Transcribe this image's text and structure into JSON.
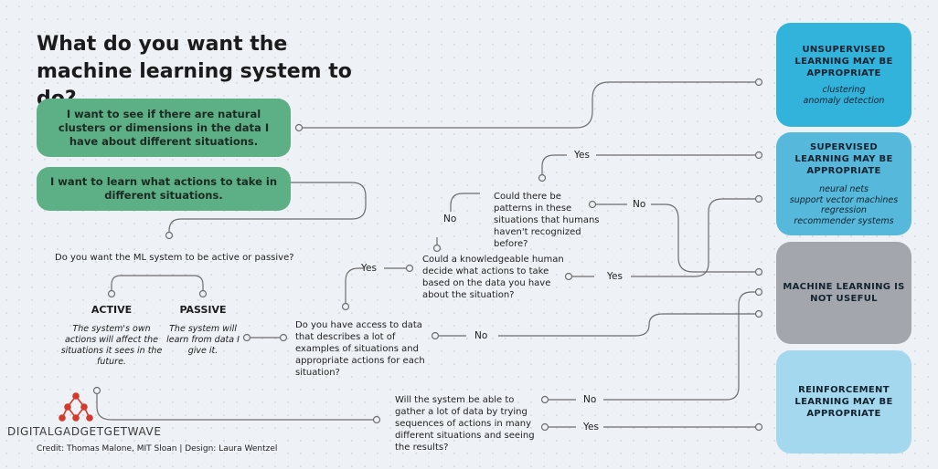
{
  "title": "What do you want the machine learning system to do?",
  "goals": {
    "clusters": "I want to see if there are natural clusters or dimensions in the data I have about different situations.",
    "actions": "I want to learn what actions to take in different situations."
  },
  "questions": {
    "active_passive": "Do you want the ML system to be active or passive?",
    "access_data": "Do you have access to data that describes a lot of examples of situations and appropriate actions for each situation?",
    "human_decide": "Could a knowledgeable human decide what actions to take based on the data you have about the situation?",
    "patterns": "Could there be patterns in these situations that humans haven't recognized before?",
    "gather_data": "Will the system be able to gather a lot of data by trying sequences of actions in many different situations and seeing the results?"
  },
  "choices": {
    "active_label": "ACTIVE",
    "active_desc": "The system's own actions will affect the situations it sees in the future.",
    "passive_label": "PASSIVE",
    "passive_desc": "The system will learn from data I give it."
  },
  "answers": {
    "yes_patterns": "Yes",
    "no_patterns": "No",
    "no_patterns_right": "No",
    "yes_human": "Yes",
    "yes_access": "Yes",
    "no_access": "No",
    "no_gather": "No",
    "yes_gather": "Yes"
  },
  "outcomes": {
    "unsupervised": {
      "title": "UNSUPERVISED LEARNING MAY BE APPROPRIATE",
      "items": "clustering\nanomaly detection",
      "color": "#32b3dc"
    },
    "supervised": {
      "title": "SUPERVISED LEARNING MAY BE APPROPRIATE",
      "items": "neural nets\nsupport vector machines\nregression\nrecommender systems",
      "color": "#56b8da"
    },
    "not_useful": {
      "title": "MACHINE LEARNING IS NOT USEFUL",
      "color": "#a3a7ad"
    },
    "reinforcement": {
      "title": "REINFORCEMENT LEARNING MAY BE APPROPRIATE",
      "color": "#a4d8ee"
    }
  },
  "credit": "Credit: Thomas Malone, MIT Sloan | Design: Laura Wentzel",
  "watermark": "DIGITALGADGETGETWAVE",
  "colors": {
    "green_box": "#5daf86",
    "wire": "#6e6e6e",
    "background": "#eef1f5"
  }
}
